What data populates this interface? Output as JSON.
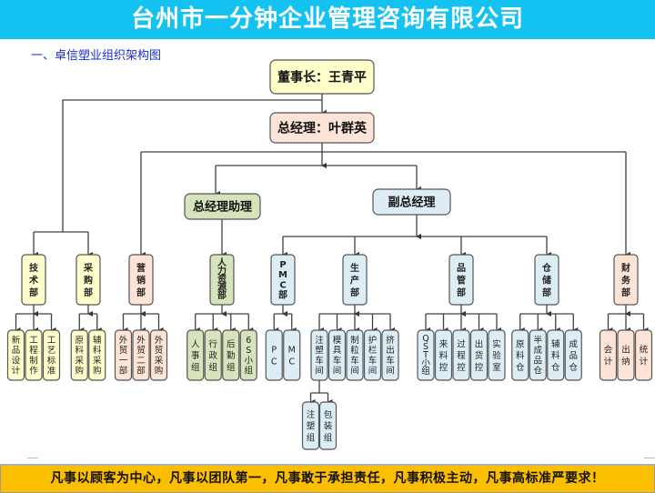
{
  "header": {
    "title": "台州市一分钟企业管理咨询有限公司"
  },
  "subtitle": "一、卓信塑业组织架构图",
  "colors": {
    "title_bg": "#13c2f0",
    "footer_bg": "#fcbf00",
    "yellow": "#ffffcc",
    "peach": "#fde4d6",
    "green": "#d6e4bc",
    "blue": "#dcedf5",
    "line": "#404040"
  },
  "org": {
    "chairman": {
      "label": "董事长：王青平",
      "color": "yellow"
    },
    "gm": {
      "label": "总经理：叶群英",
      "color": "peach"
    },
    "assistant": {
      "label": "总经理助理",
      "color": "green"
    },
    "deputy": {
      "label": "副总经理",
      "color": "blue"
    },
    "departments": [
      {
        "id": "tech",
        "label": "技术部",
        "color": "yellow",
        "parent": "chairman",
        "children": [
          "新品设计",
          "工程制作",
          "工艺标准"
        ]
      },
      {
        "id": "purchase",
        "label": "采购部",
        "color": "yellow",
        "parent": "chairman",
        "children": [
          "原料采购",
          "辅料采购"
        ]
      },
      {
        "id": "sales",
        "label": "营销部",
        "color": "peach",
        "parent": "gm",
        "children": [
          "外贸一部",
          "外贸二部",
          "外贸采购"
        ]
      },
      {
        "id": "hr",
        "label": "人力资源部",
        "color": "green",
        "parent": "assistant",
        "children": [
          "人事组",
          "行政组",
          "后勤组",
          "6S小组"
        ]
      },
      {
        "id": "pmc",
        "label": "PMC部",
        "color": "blue",
        "parent": "deputy",
        "children": [
          "PC",
          "MC"
        ]
      },
      {
        "id": "production",
        "label": "生产部",
        "color": "blue",
        "parent": "deputy",
        "children": [
          "注塑车间",
          "模具车间",
          "制粒车间",
          "护栏车间",
          "挤出车间"
        ]
      },
      {
        "id": "quality",
        "label": "品管部",
        "color": "blue",
        "parent": "deputy",
        "children": [
          "QST小组",
          "来料控",
          "过程控",
          "出货控",
          "实验室"
        ]
      },
      {
        "id": "warehouse",
        "label": "仓储部",
        "color": "blue",
        "parent": "deputy",
        "children": [
          "原料仓",
          "半成品仓",
          "辅料仓",
          "成品仓"
        ]
      },
      {
        "id": "finance",
        "label": "财务部",
        "color": "peach",
        "parent": "gm",
        "children": [
          "会计",
          "出纳",
          "统计"
        ]
      }
    ],
    "injection_subgroups": [
      "注塑组",
      "包装组"
    ]
  },
  "footer": {
    "motto": "凡事以顾客为中心，凡事以团队第一，凡事敢于承担责任，凡事积极主动，凡事高标准严要求！"
  }
}
